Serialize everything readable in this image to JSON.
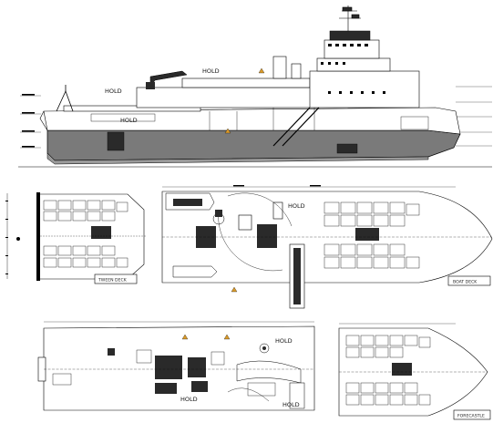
{
  "labels": {
    "hold": "HOLD",
    "tween_deck": "TWEEN DECK",
    "bridge_deck": "BOAT DECK",
    "forecastle": "FORECASTLE"
  },
  "colors": {
    "ink": "#000000",
    "paper": "#ffffff",
    "hull_fill": "#7a7a7a",
    "lower_hull": "#9a9a9a",
    "equipment": "#2a2a2a",
    "warning": "#d99a2b"
  },
  "icons": {
    "warning_marker": "warning-triangle-icon"
  }
}
